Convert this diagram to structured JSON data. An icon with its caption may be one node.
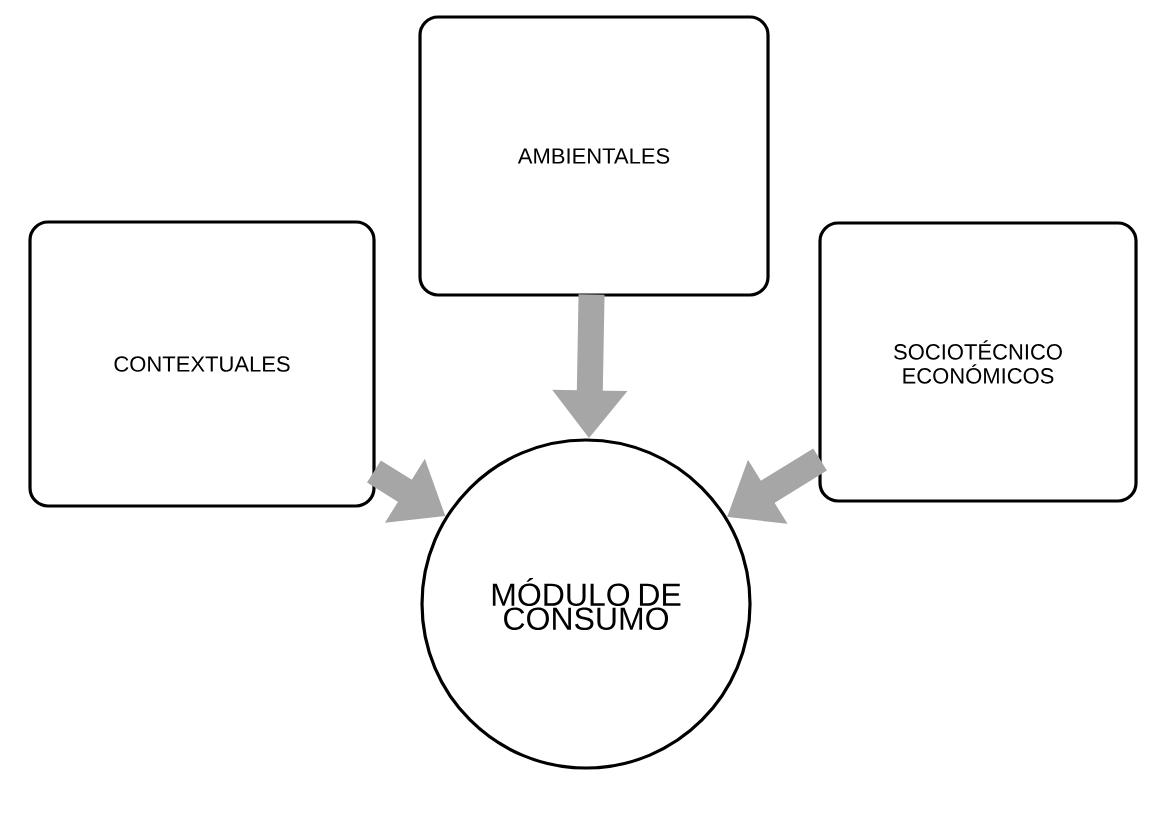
{
  "diagram": {
    "nodes": [
      {
        "text": [
          "CONTEXTUALES"
        ]
      },
      {
        "text": [
          "AMBIENTALES"
        ]
      },
      {
        "text": [
          "SOCIOTÉCNICO ECONÓMICOS"
        ]
      },
      {
        "text": [
          "MÓDULO DE CONSUMO"
        ]
      }
    ],
    "edges": [
      {
        "from": 0,
        "to": 3,
        "arrow": "to"
      },
      {
        "from": 1,
        "to": 3,
        "arrow": "to"
      },
      {
        "from": 2,
        "to": 3,
        "arrow": "to"
      }
    ]
  }
}
